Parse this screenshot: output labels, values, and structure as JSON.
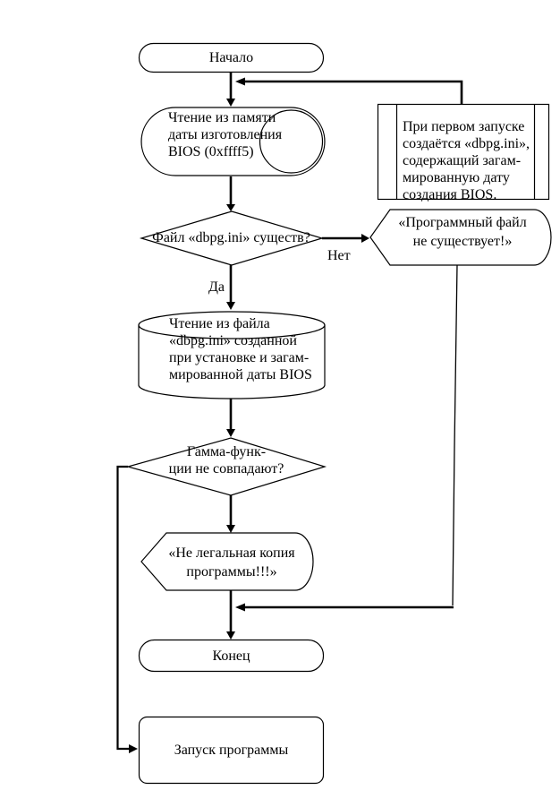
{
  "diagram": {
    "type": "flowchart",
    "colors": {
      "stroke": "#000000",
      "fill": "#ffffff",
      "background": "#ffffff",
      "text": "#000000"
    },
    "nodes": {
      "start": {
        "shape": "terminator",
        "label": "Начало"
      },
      "read_bios": {
        "shape": "direct-access-storage",
        "label": "Чтение из памяти\nдаты изготовления\nBIOS (0xffff5)"
      },
      "note": {
        "shape": "predefined-process",
        "label": "При первом запуске\nсоздаётся «dbpg.ini»,\nсодержащий загам-\nмированную дату\nсоздания BIOS."
      },
      "file_check": {
        "shape": "decision",
        "label": "Файл «dbpg.ini» существ?"
      },
      "no_file_msg": {
        "shape": "display",
        "label": "«Программный файл\nне существует!»"
      },
      "read_file": {
        "shape": "stored-data-cylinder",
        "label": "Чтение из файла\n«dbpg.ini» созданной\nпри установке и загам-\nмированной даты BIOS"
      },
      "gamma_check": {
        "shape": "decision",
        "label": "Гамма-функ-\nции не совпадают?"
      },
      "illegal_msg": {
        "shape": "display",
        "label": "«Не легальная копия\nпрограммы!!!»"
      },
      "end": {
        "shape": "terminator",
        "label": "Конец"
      },
      "run_program": {
        "shape": "rounded-process",
        "label": "Запуск программы"
      }
    },
    "edge_labels": {
      "yes": "Да",
      "no": "Нет"
    }
  }
}
